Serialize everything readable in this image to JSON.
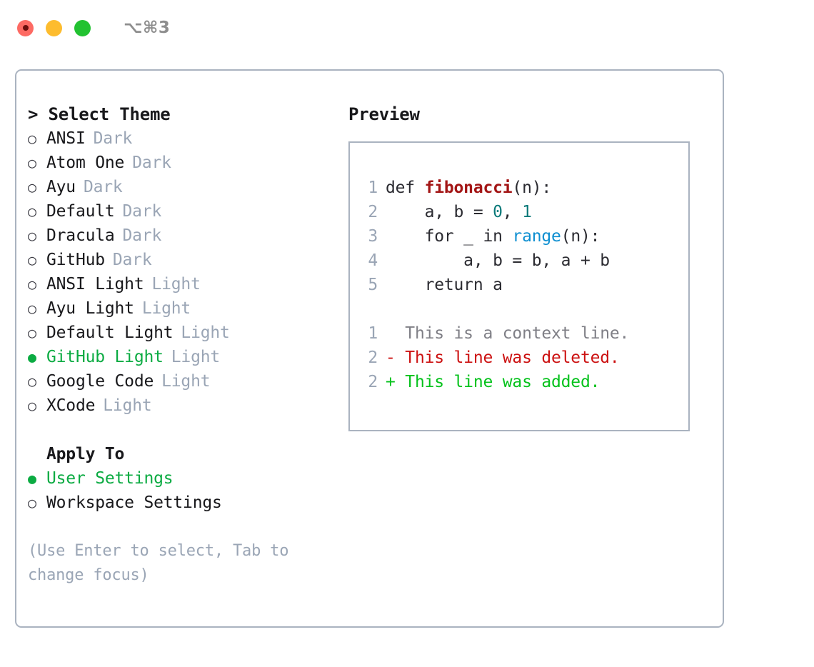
{
  "window": {
    "shortcut": "⌥⌘3",
    "traffic_lights": [
      {
        "name": "close",
        "color": "#fd6a63"
      },
      {
        "name": "minimize",
        "color": "#fdbc2e"
      },
      {
        "name": "maximize",
        "color": "#22c231"
      }
    ]
  },
  "theme_panel": {
    "title": "> Select Theme",
    "options": [
      {
        "bullet": "○",
        "label": "ANSI",
        "tag": "Dark",
        "selected": false
      },
      {
        "bullet": "○",
        "label": "Atom One",
        "tag": "Dark",
        "selected": false
      },
      {
        "bullet": "○",
        "label": "Ayu",
        "tag": "Dark",
        "selected": false
      },
      {
        "bullet": "○",
        "label": "Default",
        "tag": "Dark",
        "selected": false
      },
      {
        "bullet": "○",
        "label": "Dracula",
        "tag": "Dark",
        "selected": false
      },
      {
        "bullet": "○",
        "label": "GitHub",
        "tag": "Dark",
        "selected": false
      },
      {
        "bullet": "○",
        "label": "ANSI Light",
        "tag": "Light",
        "selected": false
      },
      {
        "bullet": "○",
        "label": "Ayu Light",
        "tag": "Light",
        "selected": false
      },
      {
        "bullet": "○",
        "label": "Default Light",
        "tag": "Light",
        "selected": false
      },
      {
        "bullet": "●",
        "label": "GitHub Light",
        "tag": "Light",
        "selected": true
      },
      {
        "bullet": "○",
        "label": "Google Code",
        "tag": "Light",
        "selected": false
      },
      {
        "bullet": "○",
        "label": "XCode",
        "tag": "Light",
        "selected": false
      }
    ]
  },
  "apply_to": {
    "heading": "Apply To",
    "options": [
      {
        "bullet": "●",
        "label": "User Settings",
        "selected": true
      },
      {
        "bullet": "○",
        "label": "Workspace Settings",
        "selected": false
      }
    ]
  },
  "hint": "(Use Enter to select, Tab to change focus)",
  "preview": {
    "title": "Preview",
    "code_lines": [
      {
        "lineno": "1",
        "tokens": [
          {
            "text": "def ",
            "type": "plain"
          },
          {
            "text": "fibonacci",
            "type": "fn"
          },
          {
            "text": "(n):",
            "type": "plain"
          }
        ]
      },
      {
        "lineno": "2",
        "tokens": [
          {
            "text": "    a, b = ",
            "type": "plain"
          },
          {
            "text": "0",
            "type": "num"
          },
          {
            "text": ", ",
            "type": "plain"
          },
          {
            "text": "1",
            "type": "num"
          }
        ]
      },
      {
        "lineno": "3",
        "tokens": [
          {
            "text": "    for _ in ",
            "type": "plain"
          },
          {
            "text": "range",
            "type": "builtin"
          },
          {
            "text": "(n):",
            "type": "plain"
          }
        ]
      },
      {
        "lineno": "4",
        "tokens": [
          {
            "text": "        a, b = b, a + b",
            "type": "plain"
          }
        ]
      },
      {
        "lineno": "5",
        "tokens": [
          {
            "text": "    return a",
            "type": "plain"
          }
        ]
      }
    ],
    "diff_lines": [
      {
        "lineno": "1",
        "marker": "  ",
        "text": "This is a context line.",
        "kind": "context"
      },
      {
        "lineno": "2",
        "marker": "- ",
        "text": "This line was deleted.",
        "kind": "deleted"
      },
      {
        "lineno": "2",
        "marker": "+ ",
        "text": "This line was added.",
        "kind": "added"
      }
    ]
  },
  "colors": {
    "accent_green": "#0bab42",
    "diff_added": "#05c21c",
    "diff_deleted": "#cc1111",
    "muted": "#9aa5b5",
    "border": "#aab3c0",
    "function_name": "#a31515",
    "builtin": "#0e8fd1",
    "number": "#0b7a7a"
  }
}
